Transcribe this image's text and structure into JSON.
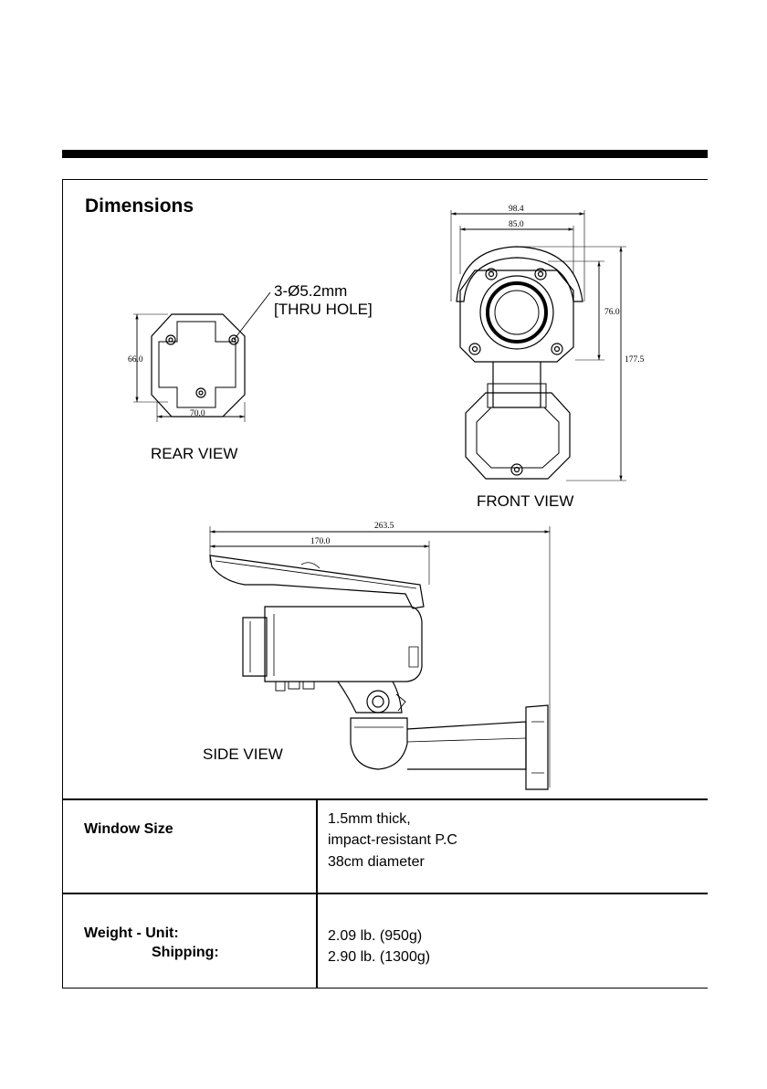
{
  "section_title": "Dimensions",
  "rear_view": {
    "label": "REAR VIEW",
    "hole_note_line1": "3-Ø5.2mm",
    "hole_note_line2": "[THRU HOLE]",
    "dim_width": "70.0",
    "dim_height": "66.0"
  },
  "front_view": {
    "label": "FRONT VIEW",
    "dim_outer_width": "98.4",
    "dim_inner_width": "85.0",
    "dim_body_height": "76.0",
    "dim_total_height": "177.5"
  },
  "side_view": {
    "label": "SIDE VIEW",
    "dim_total_length": "263.5",
    "dim_body_length": "170.0"
  },
  "specs": [
    {
      "label": "Window Size",
      "values": [
        "1.5mm thick,",
        "impact-resistant P.C",
        "38cm diameter"
      ]
    },
    {
      "label": "Weight - Unit:",
      "sublabel": "Shipping:",
      "values": [
        "2.09 lb. (950g)",
        "2.90 lb. (1300g)"
      ]
    }
  ]
}
